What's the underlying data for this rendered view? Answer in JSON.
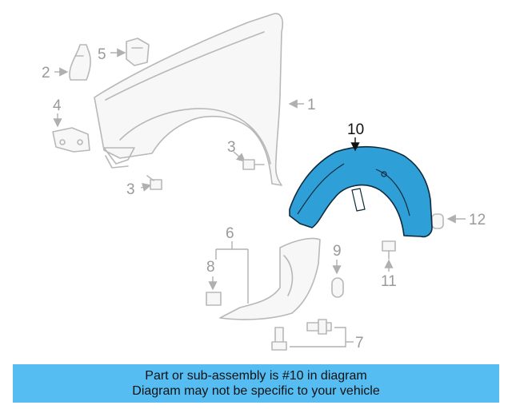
{
  "diagram": {
    "callouts": {
      "c1": "1",
      "c2": "2",
      "c3a": "3",
      "c3b": "3",
      "c4": "4",
      "c5": "5",
      "c6": "6",
      "c7": "7",
      "c8": "8",
      "c9": "9",
      "c10": "10",
      "c11": "11",
      "c12": "12"
    },
    "highlight_color": "#2f9fd8"
  },
  "banner": {
    "line1": "Part or sub-assembly is #10 in diagram",
    "line2": "Diagram may not be specific to your vehicle",
    "background": "#56bdf2"
  }
}
